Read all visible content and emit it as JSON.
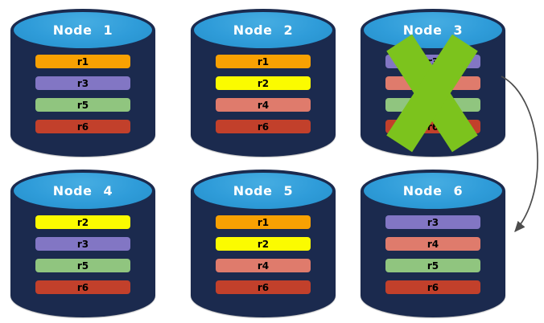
{
  "nodes": [
    {
      "label": "Node 1",
      "replicas": [
        "r1",
        "r3",
        "r5",
        "r6"
      ],
      "failed": false
    },
    {
      "label": "Node 2",
      "replicas": [
        "r1",
        "r2",
        "r4",
        "r6"
      ],
      "failed": false
    },
    {
      "label": "Node 3",
      "replicas": [
        "r3",
        "r4",
        "r5",
        "r6"
      ],
      "failed": true
    },
    {
      "label": "Node 4",
      "replicas": [
        "r2",
        "r3",
        "r5",
        "r6"
      ],
      "failed": false
    },
    {
      "label": "Node 5",
      "replicas": [
        "r1",
        "r2",
        "r4",
        "r6"
      ],
      "failed": false
    },
    {
      "label": "Node 6",
      "replicas": [
        "r3",
        "r4",
        "r5",
        "r6"
      ],
      "failed": false
    }
  ],
  "replica_colors": {
    "r1": "#F8A102",
    "r2": "#FBFB00",
    "r3": "#8276C4",
    "r4": "#DF7B6C",
    "r5": "#90C57F",
    "r6": "#C2402B"
  },
  "colors": {
    "cylinder_body": "#1B2A4E",
    "cylinder_top": "#2F9CD9",
    "node_title": "#FFFFFF",
    "bar_text": "#000000",
    "failure_x": "#7CC31D",
    "arrow": "#4D4D4D",
    "background": "#FFFFFF"
  },
  "annotations": {
    "failure_x_node": "Node 3",
    "arrow_from": "Node 3",
    "arrow_to": "Node 6"
  }
}
